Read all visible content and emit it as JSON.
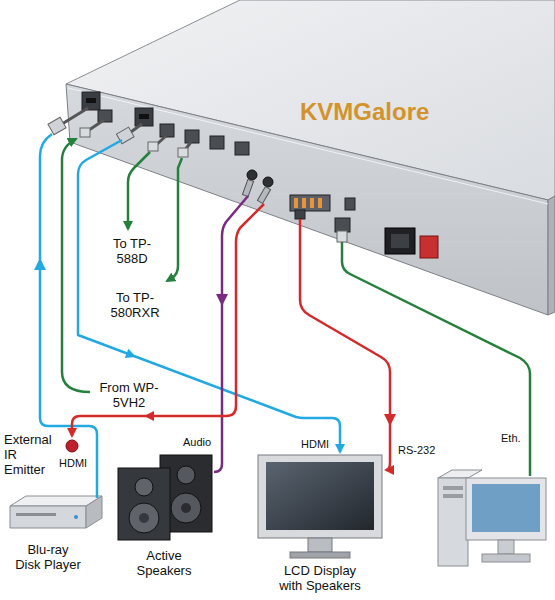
{
  "diagram": {
    "nodes": [
      {
        "text": [
          "External IR Emitter"
        ]
      },
      {
        "text": [
          "Blu-ray Disk Player"
        ]
      },
      {
        "text": [
          "Active Speakers"
        ]
      },
      {
        "text": [
          "LCD Display with Speakers"
        ]
      }
    ],
    "labels": [
      "KVMGalore",
      "To TP-588D",
      "To TP-580RXR",
      "From WP-5VH2",
      "Eth.",
      "Audio",
      "HDMI",
      "RS-232",
      "HDMI"
    ]
  }
}
